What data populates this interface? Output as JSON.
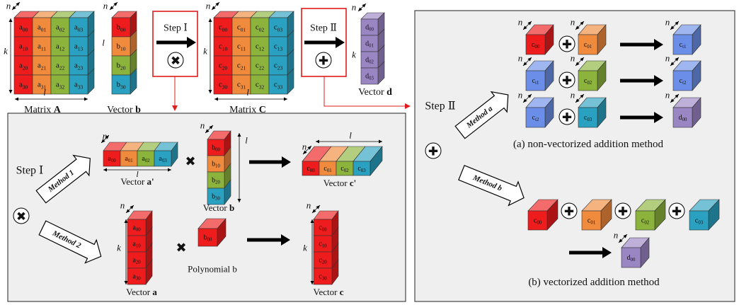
{
  "colors": {
    "red": "#ee1c1c",
    "orange": "#f08a3c",
    "green": "#8cb33c",
    "teal": "#2aa1c0",
    "blue": "#6b8fe8",
    "purple": "#9b86c4",
    "panel": "#efefef",
    "highlight": "#e01b1b"
  },
  "dims": {
    "n": "n",
    "k": "k",
    "l": "l"
  },
  "top": {
    "matrixA": {
      "cells": [
        [
          "a00",
          "a01",
          "a02",
          "a03"
        ],
        [
          "a10",
          "a11",
          "a12",
          "a13"
        ],
        [
          "a20",
          "a21",
          "a22",
          "a23"
        ],
        [
          "a30",
          "a31",
          "a32",
          "a33"
        ]
      ],
      "label_prefix": "Matrix",
      "label_bold": "A"
    },
    "vectorB": {
      "cells": [
        "b00",
        "b10",
        "b20",
        "b30"
      ],
      "label_prefix": "Vector",
      "label_bold": "b"
    },
    "step1": {
      "label": "Step Ⅰ",
      "op": "✖"
    },
    "matrixC": {
      "cells": [
        [
          "c00",
          "c01",
          "c02",
          "c03"
        ],
        [
          "c10",
          "c11",
          "c12",
          "c13"
        ],
        [
          "c20",
          "c21",
          "c22",
          "c23"
        ],
        [
          "c30",
          "c31",
          "c32",
          "c33"
        ]
      ],
      "label_prefix": "Matrix",
      "label_bold": "C"
    },
    "step2": {
      "label": "Step Ⅱ",
      "op": "✚"
    },
    "vectorD": {
      "cells": [
        "d00",
        "d01",
        "d02",
        "d03"
      ],
      "label_prefix": "Vector",
      "label_bold": "d"
    }
  },
  "panel1": {
    "step_label": "Step Ⅰ",
    "op": "✖",
    "method1": "Method 1",
    "method2": "Method 2",
    "row1": {
      "vecA": {
        "cells": [
          "a00",
          "a01",
          "a02",
          "a03"
        ],
        "label_prefix": "Vector",
        "label_bold": "a'"
      },
      "op": "✖",
      "vecB": {
        "cells": [
          "b00",
          "b10",
          "b20",
          "b30"
        ],
        "label_prefix": "Vector",
        "label_bold": "b"
      },
      "vecC": {
        "cells": [
          "c00",
          "c01",
          "c02",
          "c03"
        ],
        "label_prefix": "Vector",
        "label_bold": "c'"
      }
    },
    "row2": {
      "vecA": {
        "cells": [
          "a00",
          "a10",
          "a20",
          "a30"
        ],
        "label_prefix": "Vector",
        "label_bold": "a"
      },
      "op": "✖",
      "poly": {
        "cell": "b00",
        "label": "Polynomial b"
      },
      "vecC": {
        "cells": [
          "c00",
          "c10",
          "c20",
          "c30"
        ],
        "label_prefix": "Vector",
        "label_bold": "c"
      }
    }
  },
  "panel2": {
    "step_label": "Step Ⅱ",
    "op": "✚",
    "methodA": "Method a",
    "methodB": "Method b",
    "rowsA": [
      {
        "left": "c00",
        "right": "c01",
        "result": "ct1"
      },
      {
        "left": "ct1",
        "right": "c02",
        "result": "ct2"
      },
      {
        "left": "ct2",
        "right": "c03",
        "result": "d00"
      }
    ],
    "captionA": "(a) non-vectorized addition method",
    "rowB": [
      "c00",
      "c01",
      "c02",
      "c03"
    ],
    "resultB": "d00",
    "captionB": "(b) vectorized addition method"
  }
}
